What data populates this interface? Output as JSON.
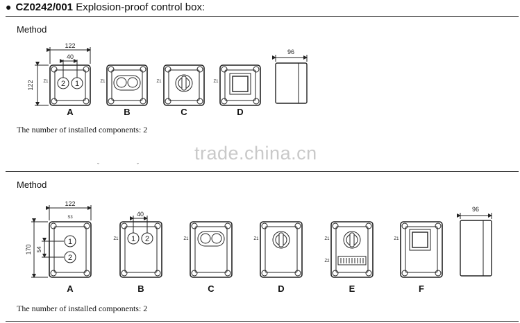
{
  "title": {
    "bullet": "●",
    "code": "CZ0242/001",
    "text": "Explosion-proof control box:"
  },
  "watermark": "trade.china.cn",
  "section1": {
    "method_label": "Method",
    "note": "The number of installed components: 2",
    "dims": {
      "width": "122",
      "height": "122",
      "spacing": "40",
      "depth": "96"
    },
    "zone_label": "Z1",
    "variants": [
      "A",
      "B",
      "C",
      "D"
    ],
    "circle_labels": [
      "2",
      "1"
    ]
  },
  "section2": {
    "method_label": "Method",
    "note": "The number of installed components: 2",
    "dims": {
      "width": "122",
      "height": "170",
      "spacing": "40",
      "depth": "96",
      "vspacing": "54",
      "top_label": "S3"
    },
    "zone_label": "Z1",
    "zone_label_2": "Z2",
    "variants": [
      "A",
      "B",
      "C",
      "D",
      "E",
      "F"
    ],
    "circle_labels": [
      "1",
      "2"
    ]
  }
}
